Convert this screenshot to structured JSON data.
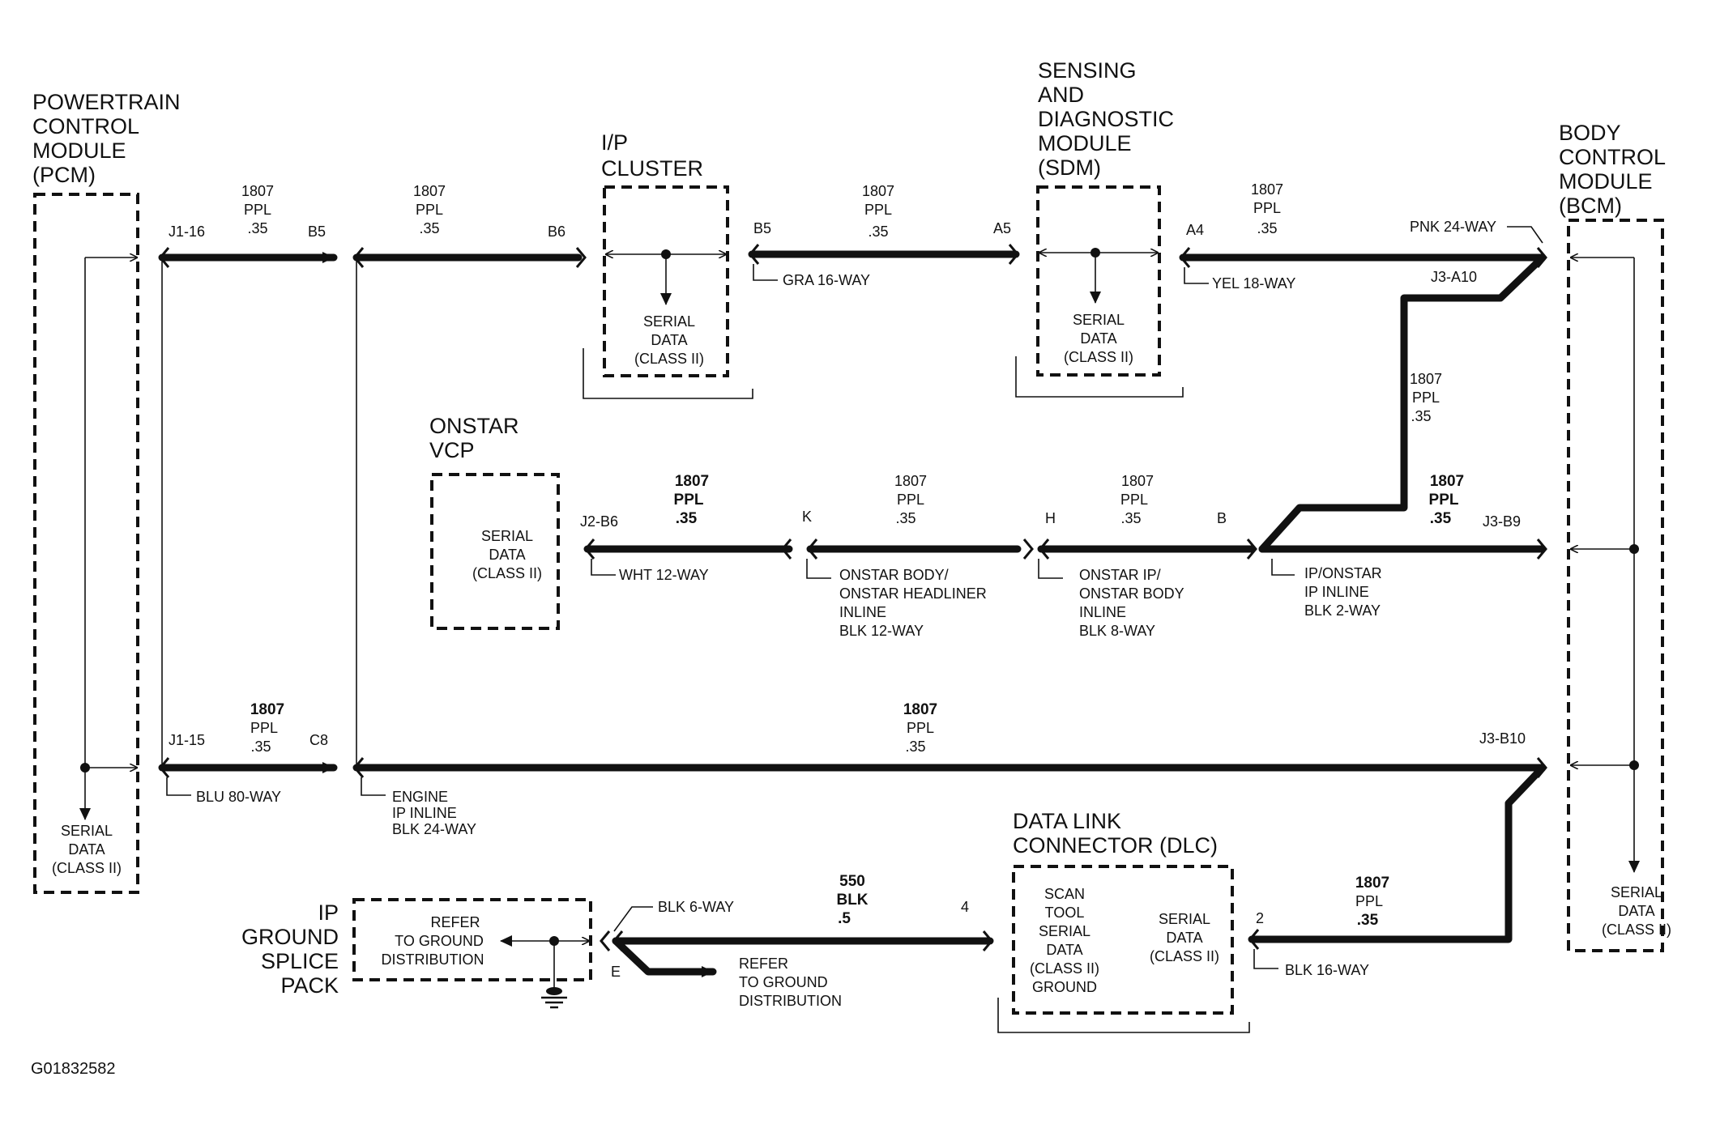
{
  "figure_id": "G01832582",
  "modules": {
    "pcm": [
      "POWERTRAIN",
      "CONTROL",
      "MODULE",
      "(PCM)"
    ],
    "ip_cluster": [
      "I/P",
      "CLUSTER"
    ],
    "sdm": [
      "SENSING",
      "AND",
      "DIAGNOSTIC",
      "MODULE",
      "(SDM)"
    ],
    "bcm": [
      "BODY",
      "CONTROL",
      "MODULE",
      "(BCM)"
    ],
    "onstar": [
      "ONSTAR",
      "VCP"
    ],
    "dlc": [
      "DATA LINK",
      "CONNECTOR (DLC)"
    ],
    "ip_ground": [
      "IP",
      "GROUND",
      "SPLICE",
      "PACK"
    ]
  },
  "inner_labels": {
    "serial_data": [
      "SERIAL",
      "DATA",
      "(CLASS II)"
    ],
    "dlc_scan": [
      "SCAN",
      "TOOL",
      "SERIAL",
      "DATA",
      "(CLASS II)",
      "GROUND"
    ],
    "refer_ground": [
      "REFER",
      "TO GROUND",
      "DISTRIBUTION"
    ]
  },
  "wire_ids": {
    "ppl": [
      "1807",
      "PPL",
      ".35"
    ],
    "blk": [
      "550",
      "BLK",
      ".5"
    ]
  },
  "pins": {
    "j1_16": "J1-16",
    "b5_top": "B5",
    "b6": "B6",
    "b5_mid": "B5",
    "a5": "A5",
    "a4": "A4",
    "j3_a10": "J3-A10",
    "j2_b6": "J2-B6",
    "k": "K",
    "h": "H",
    "b": "B",
    "j3_b9": "J3-B9",
    "j1_15": "J1-15",
    "c8": "C8",
    "j3_b10": "J3-B10",
    "pin4": "4",
    "pin2": "2",
    "pin_e": "E"
  },
  "connectors": {
    "gra16": "GRA 16-WAY",
    "yel18": "YEL 18-WAY",
    "pnk24": "PNK 24-WAY",
    "wht12": "WHT 12-WAY",
    "onstar_body": [
      "ONSTAR BODY/",
      "ONSTAR HEADLINER",
      "INLINE",
      "BLK 12-WAY"
    ],
    "onstar_ip": [
      "ONSTAR IP/",
      "ONSTAR BODY",
      "INLINE",
      "BLK 8-WAY"
    ],
    "ip_onstar": [
      "IP/ONSTAR",
      "IP INLINE",
      "BLK 2-WAY"
    ],
    "blu80": "BLU 80-WAY",
    "engine_ip": [
      "ENGINE",
      "IP INLINE",
      "BLK 24-WAY"
    ],
    "blk16": "BLK 16-WAY",
    "blk6": "BLK 6-WAY"
  }
}
